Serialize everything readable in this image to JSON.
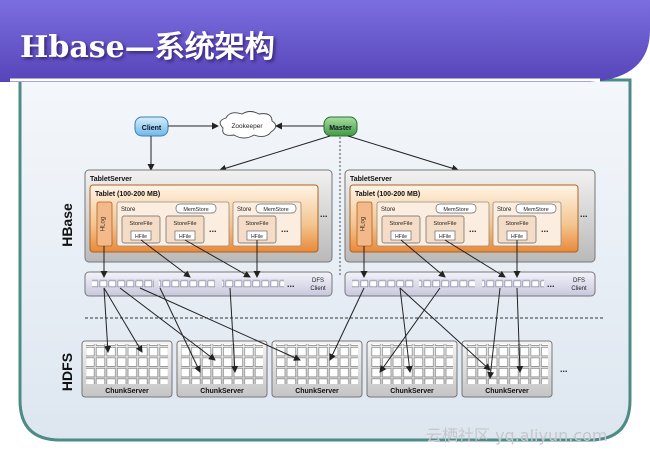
{
  "slide": {
    "title": "Hbase—系统架构",
    "watermark": "云栖社区 yq.aliyun.com"
  },
  "colors": {
    "banner": "#6a5acd",
    "frame": "#4c8c84",
    "tablet": "#e88b3e",
    "master": "#5cab5c",
    "client": "#8fcbf0"
  },
  "diagram": {
    "client_label": "Client",
    "zookeeper_label": "Zookeeper",
    "master_label": "Master",
    "hbase_label": "HBase",
    "hdfs_label": "HDFS",
    "dfs_label_line1": "DFS",
    "dfs_label_line2": "Client",
    "ellipsis": "...",
    "tablet_servers": [
      {
        "server_label": "TabletServer",
        "tablet_label": "Tablet (100-200 MB)",
        "hlog_label": "HLog",
        "stores": [
          {
            "store_label": "Store",
            "memstore_label": "MemStore",
            "storefiles": [
              {
                "label": "StoreFile",
                "hfile": "HFile"
              },
              {
                "label": "StoreFile",
                "hfile": "HFile"
              }
            ]
          },
          {
            "store_label": "Store",
            "memstore_label": "MemStore",
            "storefiles": [
              {
                "label": "StoreFile",
                "hfile": "HFile"
              }
            ]
          }
        ]
      },
      {
        "server_label": "TabletServer",
        "tablet_label": "Tablet (100-200 MB)",
        "hlog_label": "HLog",
        "stores": [
          {
            "store_label": "Store",
            "memstore_label": "MemStore",
            "storefiles": [
              {
                "label": "StoreFile",
                "hfile": "HFile"
              },
              {
                "label": "StoreFile",
                "hfile": "HFile"
              }
            ]
          },
          {
            "store_label": "Store",
            "memstore_label": "MemStore",
            "storefiles": [
              {
                "label": "StoreFile",
                "hfile": "HFile"
              }
            ]
          }
        ]
      }
    ],
    "chunkservers": [
      "ChunkServer",
      "ChunkServer",
      "ChunkServer",
      "ChunkServer",
      "ChunkServer"
    ]
  }
}
